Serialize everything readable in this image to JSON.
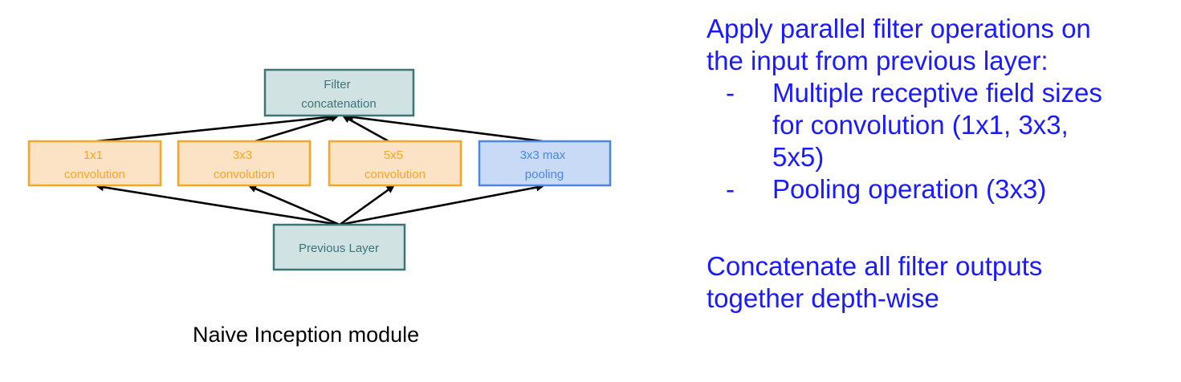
{
  "diagram": {
    "boxes": {
      "filter_concat": {
        "lines": [
          "Filter",
          "concatenation"
        ],
        "fill": "#d1e2e3",
        "stroke": "#3d7478",
        "text": "#3d7478"
      },
      "conv1": {
        "lines": [
          "1x1",
          "convolution"
        ],
        "fill": "#fde3c6",
        "stroke": "#f5a623",
        "text": "#f5a623"
      },
      "conv3": {
        "lines": [
          "3x3",
          "convolution"
        ],
        "fill": "#fde3c6",
        "stroke": "#f5a623",
        "text": "#f5a623"
      },
      "conv5": {
        "lines": [
          "5x5",
          "convolution"
        ],
        "fill": "#fde3c6",
        "stroke": "#f5a623",
        "text": "#f5a623"
      },
      "pool": {
        "lines": [
          "3x3 max",
          "pooling"
        ],
        "fill": "#c9daf6",
        "stroke": "#4a86e8",
        "text": "#4a86e8"
      },
      "prev_layer": {
        "lines": [
          "Previous Layer"
        ],
        "fill": "#d1e2e3",
        "stroke": "#3d7478",
        "text": "#3d7478"
      }
    },
    "caption": "Naive Inception module"
  },
  "description": {
    "color": "#1a1aff",
    "intro": [
      "Apply parallel filter operations on",
      "the input from previous layer:"
    ],
    "bullet_marker": "-",
    "bullets": [
      [
        "Multiple receptive field sizes",
        "for convolution (1x1, 3x3,",
        "5x5)"
      ],
      [
        "Pooling operation (3x3)"
      ]
    ],
    "outro": [
      "Concatenate all filter outputs",
      "together depth-wise"
    ]
  }
}
